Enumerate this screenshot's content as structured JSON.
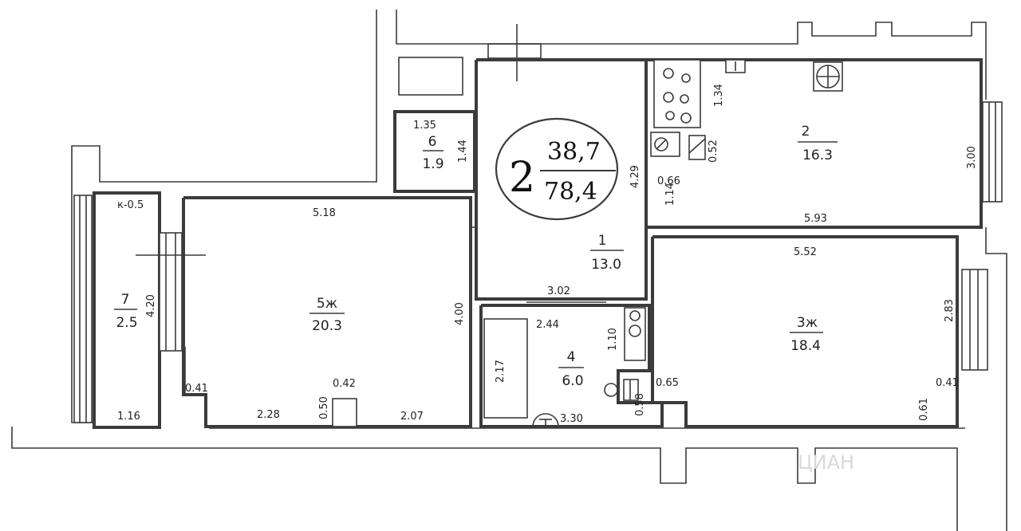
{
  "summary": {
    "rooms": "2",
    "living_area": "38,7",
    "total_area": "78,4"
  },
  "rooms": [
    {
      "num": "1",
      "area": "13.0"
    },
    {
      "num": "2",
      "area": "16.3"
    },
    {
      "num": "3ж",
      "area": "18.4"
    },
    {
      "num": "4",
      "area": "6.0"
    },
    {
      "num": "5ж",
      "area": "20.3"
    },
    {
      "num": "6",
      "area": "1.9"
    },
    {
      "num": "7",
      "area": "2.5"
    }
  ],
  "dims": {
    "r6_w": "1.35",
    "r6_h": "1.44",
    "r2_a": "1.34",
    "r2_b": "0.52",
    "r2_c": "0.66",
    "r2_d": "1.14",
    "r2_h": "3.00",
    "r2_w": "5.93",
    "r1_h": "4.29",
    "r1_w": "3.02",
    "r3_w": "5.52",
    "r3_h": "2.83",
    "r3_a": "0.41",
    "r3_b": "0.61",
    "r3_c": "0.65",
    "r4_w": "2.44",
    "r4_h": "2.17",
    "r4_a": "1.10",
    "r4_b": "0.58",
    "r4_c": "3.30",
    "r5_w": "5.18",
    "r5_h": "4.00",
    "r5_a": "0.41",
    "r5_b": "0.42",
    "r5_c": "0.50",
    "r5_d": "2.28",
    "r5_e": "2.07",
    "r7_k": "к-0.5",
    "r7_h": "4.20",
    "r7_w": "1.16"
  },
  "watermark": "ЦИАН"
}
